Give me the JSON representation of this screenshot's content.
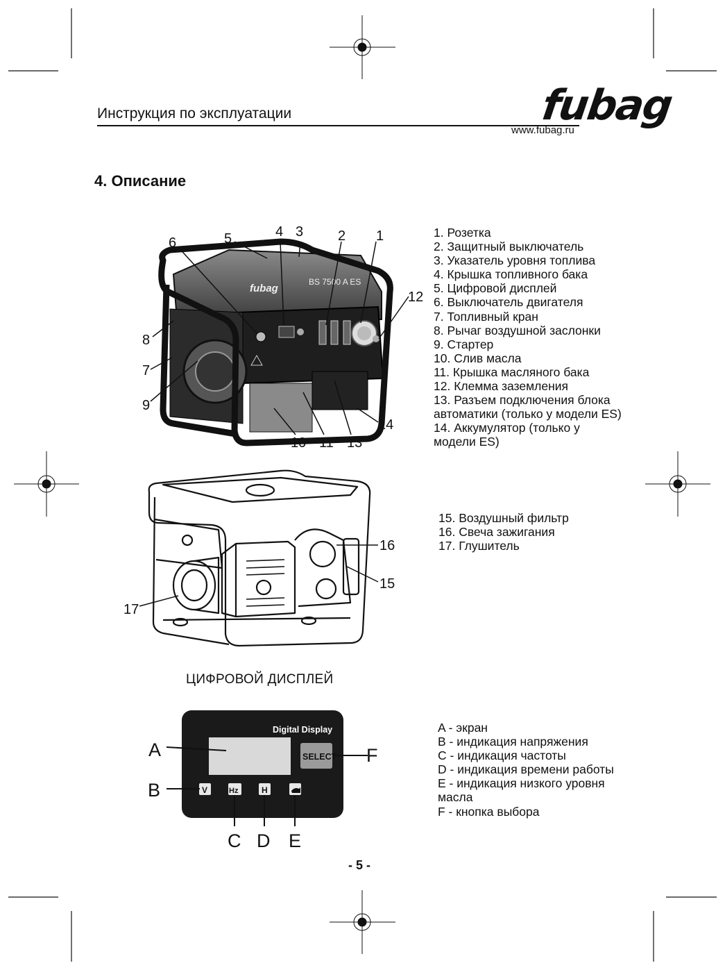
{
  "header": {
    "title": "Инструкция по эксплуатации",
    "logo": "fubag",
    "website": "www.fubag.ru"
  },
  "section": {
    "title": "4. Описание"
  },
  "generator_front": {
    "brand": "fubag",
    "model": "BS 7500 A ES",
    "callouts": [
      "1",
      "2",
      "3",
      "4",
      "5",
      "6",
      "7",
      "8",
      "9",
      "10",
      "11",
      "12",
      "13",
      "14"
    ]
  },
  "parts_list_1": [
    "1. Розетка",
    "2. Защитный выключатель",
    "3. Указатель уровня топлива",
    "4. Крышка топливного бака",
    "5. Цифровой дисплей",
    "6. Выключатель двигателя",
    "7. Топливный кран",
    "8. Рычаг воздушной заслонки",
    "9. Стартер",
    "10. Слив масла",
    "11. Крышка масляного бака",
    "12. Клемма заземления",
    "13. Разъем подключения блока",
    "автоматики (только у модели ES)",
    "14. Аккумулятор (только у",
    "модели ES)"
  ],
  "generator_back": {
    "callouts": [
      "15",
      "16",
      "17"
    ]
  },
  "parts_list_2": [
    "15. Воздушный фильтр",
    "16. Свеча зажигания",
    "17. Глушитель"
  ],
  "display_caption": "ЦИФРОВОЙ ДИСПЛЕЙ",
  "display_panel": {
    "label": "Digital Display",
    "select_button": "SELECT",
    "indicators": [
      "V",
      "Hz",
      "H"
    ],
    "letters": [
      "A",
      "B",
      "C",
      "D",
      "E",
      "F"
    ]
  },
  "display_legend": [
    "A - экран",
    "B - индикация напряжения",
    "C - индикация частоты",
    "D - индикация времени работы",
    "E - индикация низкого уровня",
    "масла",
    "F - кнопка выбора"
  ],
  "page_number": "- 5 -"
}
